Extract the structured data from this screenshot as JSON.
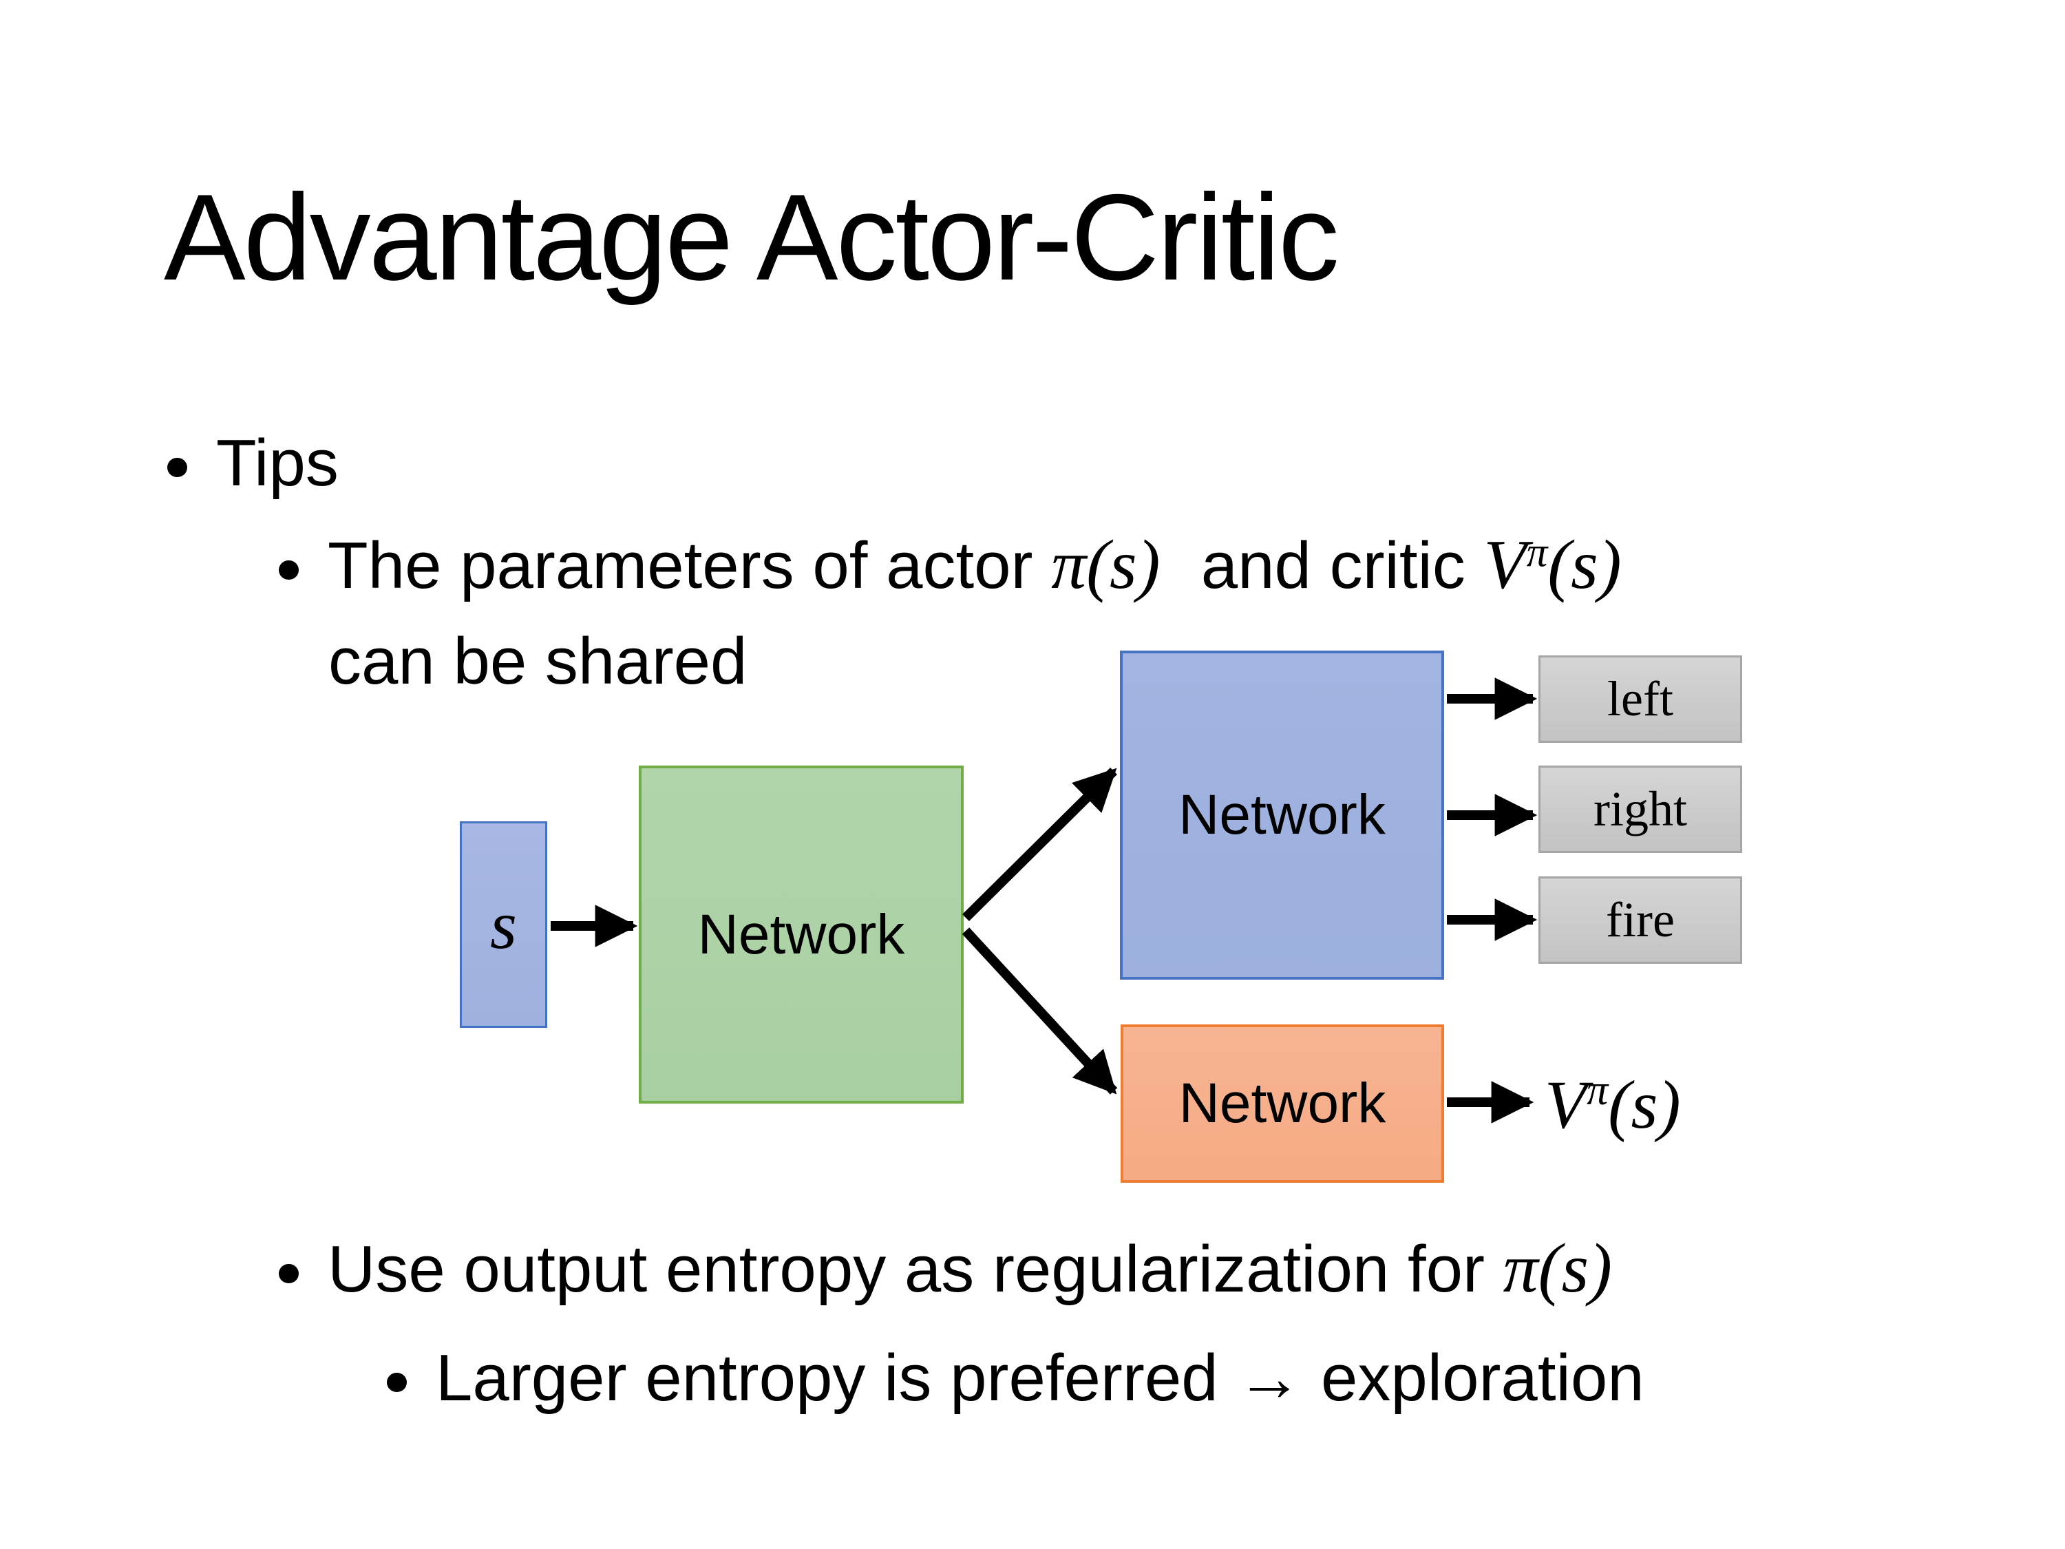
{
  "slide": {
    "title": "Advantage Actor-Critic",
    "bullets": {
      "tips": "Tips",
      "b1_pre": "The parameters of actor ",
      "b1_pi": "π(s)",
      "b1_mid": " and critic ",
      "b1_v": "V",
      "b1_v_sup": "π",
      "b1_v_arg": "(s)",
      "b1_line2": "can be shared",
      "b2_pre": "Use output entropy as regularization for ",
      "b2_pi": "π(s)",
      "b3": "Larger entropy is preferred → exploration"
    }
  },
  "diagram": {
    "input_label": "s",
    "shared_network_label": "Network",
    "actor_network_label": "Network",
    "critic_network_label": "Network",
    "actions": [
      "left",
      "right",
      "fire"
    ],
    "critic_output": {
      "v": "V",
      "sup": "π",
      "arg": "(s)"
    }
  },
  "colors": {
    "background": "#ffffff",
    "text": "#000000",
    "arrow": "#000000",
    "input-fill": "#a8b7e3",
    "input-fill2": "#9fb1de",
    "input-border": "#4472c4",
    "shared-fill": "#b1d5ab",
    "shared-fill2": "#a8cfa2",
    "shared-border": "#70ad47",
    "actor-fill": "#a2b4e1",
    "actor-fill2": "#9cafdd",
    "actor-border": "#4472c4",
    "critic-fill": "#f7b492",
    "critic-fill2": "#f5ab85",
    "critic-border": "#ed7d31",
    "action-fill": "#d5d5d5",
    "action-fill2": "#c3c3c3",
    "action-border": "#a6a6a6"
  }
}
